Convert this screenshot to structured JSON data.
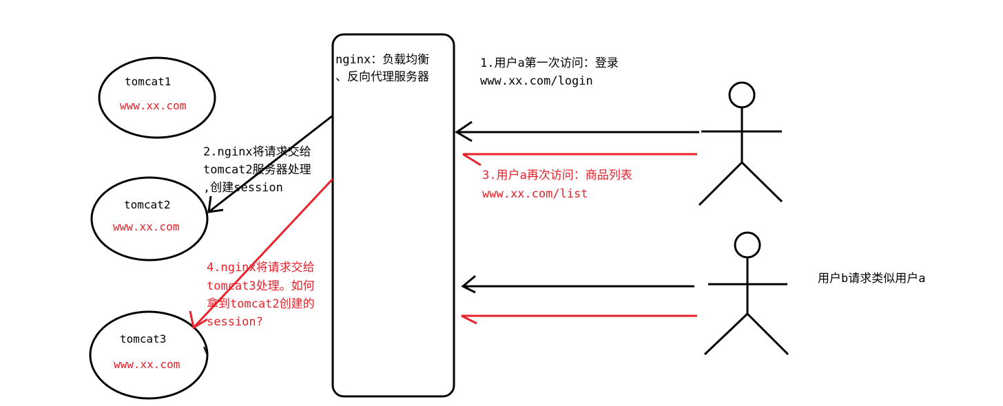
{
  "colors": {
    "black": "#000000",
    "red": "#e8202a",
    "background": "#ffffff"
  },
  "servers": [
    {
      "name": "tomcat1",
      "url": "www.xx.com"
    },
    {
      "name": "tomcat2",
      "url": "www.xx.com"
    },
    {
      "name": "tomcat3",
      "url": "www.xx.com"
    }
  ],
  "nginx": {
    "label_line1": "nginx：负载均衡",
    "label_line2": "、反向代理服务器"
  },
  "steps": {
    "step1": {
      "line1": "1.用户a第一次访问：登录",
      "line2": "www.xx.com/login"
    },
    "step2": {
      "line1": "2.nginx将请求交给",
      "line2": "tomcat2服务器处理",
      "line3": ",创建session"
    },
    "step3": {
      "line1": "3.用户a再次访问：商品列表",
      "line2": "www.xx.com/list"
    },
    "step4": {
      "line1": "4.nginx将请求交给",
      "line2": "tomcat3处理。如何",
      "line3": "拿到tomcat2创建的",
      "line4": "session?"
    }
  },
  "user_b_note": "用户b请求类似用户a"
}
